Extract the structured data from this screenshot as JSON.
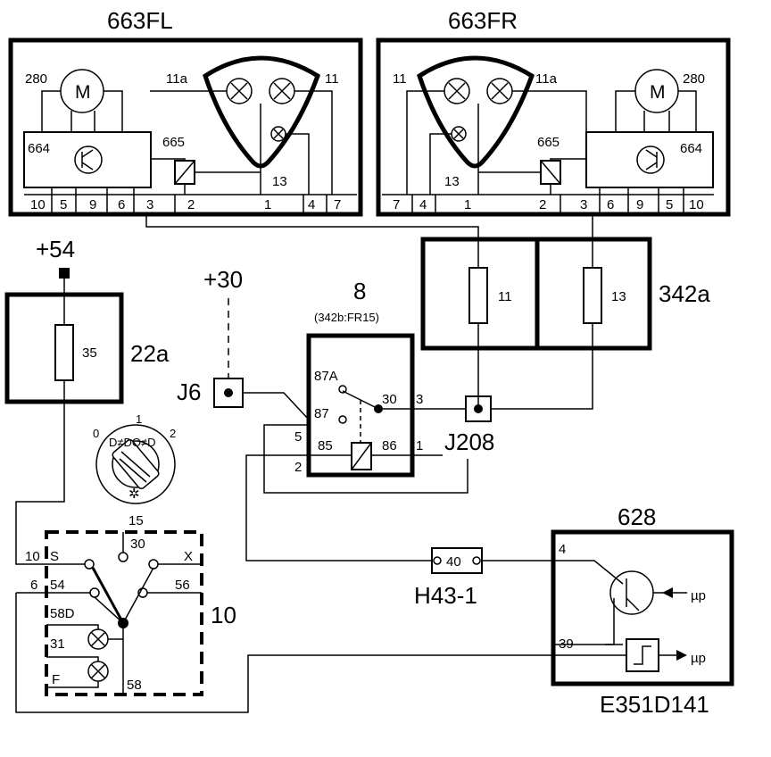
{
  "labels": {
    "fl_title": "663FL",
    "fr_title": "663FR",
    "fl_280": "280",
    "fr_280": "280",
    "motor": "M",
    "fl_11a": "11a",
    "fl_11": "11",
    "fr_11": "11",
    "fr_11a": "11a",
    "fl_664": "664",
    "fr_664": "664",
    "fl_665": "665",
    "fr_665": "665",
    "fl_13": "13",
    "fr_13": "13",
    "fl_pins": [
      "10",
      "5",
      "9",
      "6",
      "3",
      "2",
      "1",
      "4",
      "7"
    ],
    "fr_pins": [
      "7",
      "4",
      "1",
      "2",
      "3",
      "6",
      "9",
      "5",
      "10"
    ],
    "plus54": "+54",
    "plus30": "+30",
    "fuse35": "35",
    "box22a": "22a",
    "fuse11": "11",
    "fuse13": "13",
    "box342a": "342a",
    "relay_num": "8",
    "relay_sub": "(342b:FR15)",
    "relay_87A": "87A",
    "relay_87": "87",
    "relay_85": "85",
    "relay_30": "30",
    "relay_86": "86",
    "relay_3": "3",
    "relay_1": "1",
    "relay_5": "5",
    "relay_2": "2",
    "J6": "J6",
    "J208": "J208",
    "sw_0": "0",
    "sw_1": "1",
    "sw_2": "2",
    "sw_15": "15",
    "sw_30": "30",
    "sw_X": "X",
    "sw_10": "10",
    "sw_S": "S",
    "sw_6": "6",
    "sw_54": "54",
    "sw_56": "56",
    "sw_58D": "58D",
    "sw_31": "31",
    "sw_F": "F",
    "sw_58": "58",
    "box10": "10",
    "h43_val": "40",
    "h43": "H43-1",
    "ctrl": "628",
    "ctrl_4": "4",
    "ctrl_39": "39",
    "mu1": "µp",
    "mu2": "µp",
    "code": "E351D141"
  }
}
